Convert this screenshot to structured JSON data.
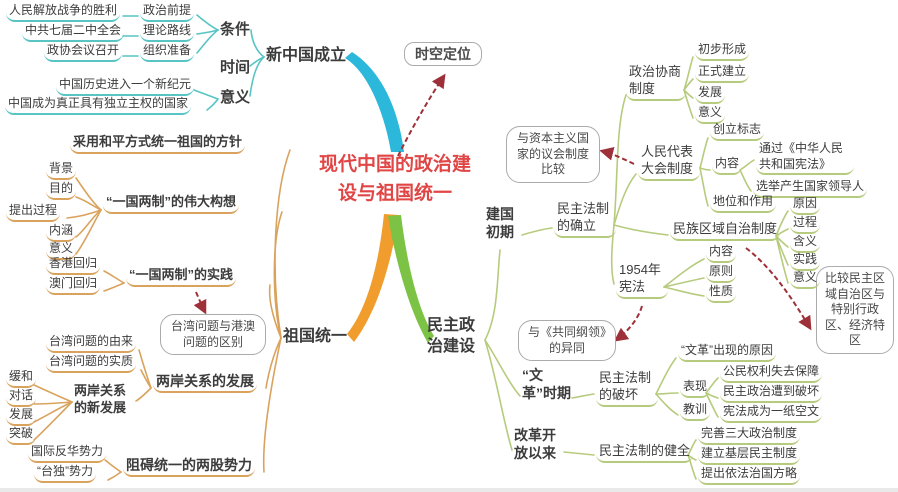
{
  "title": {
    "line1": "现代中国的政治建",
    "line2": "设与祖国统一",
    "color": "#e04646"
  },
  "colors": {
    "branch_teal": "#58c4c4",
    "branch_orange": "#d9a35e",
    "branch_green": "#b6cb7d",
    "ribbon_cyan": "#2cb8da",
    "ribbon_orange": "#f09d2e",
    "ribbon_green": "#7cc244",
    "arrow_red": "#9e3039",
    "cloud_border": "#ababab"
  },
  "clouds": {
    "shikong": "时空定位",
    "yihui": "与资本主义国家的议会制度比较",
    "taiwan": "台湾问题与港澳问题的区别",
    "gangling": "与《共同纲领》的异同",
    "bijiao": "比较民主区域自治区与特别行政区、经济特区"
  },
  "xinzhongguo": {
    "label": "新中国成立",
    "tiaojian": "条件",
    "shijian": "时间",
    "yiyi": "意义",
    "qianti": "政治前提",
    "luxian": "理论路线",
    "zhunbei": "组织准备",
    "jiefang": "人民解放战争的胜利",
    "qijie": "中共七届二中全会",
    "zhengxie": "政协会议召开",
    "jiyuan": "中国历史进入一个新纪元",
    "zhuquan": "中国成为真正具有独立主权的国家"
  },
  "zuguo": {
    "label": "祖国统一",
    "fangzhen": "采用和平方式统一祖国的方针",
    "gouxiang": "“一国两制”的伟大构想",
    "beijing": "背景",
    "mudi": "目的",
    "tichu": "提出过程",
    "neihan": "内涵",
    "yiyi": "意义",
    "shijian": "“一国两制”的实践",
    "xianggang": "香港回归",
    "aomen": "澳门回归",
    "liangan": "两岸关系的发展",
    "youlai": "台湾问题的由来",
    "shizhi": "台湾问题的实质",
    "xinfazhan": "两岸关系的新发展",
    "huanhe": "缓和",
    "duihua": "对话",
    "fazhan": "发展",
    "tupo": "突破",
    "zuai": "阻碍统一的两股势力",
    "fanhua": "国际反华势力",
    "taidu": "“台独”势力"
  },
  "minzhu": {
    "label": "民主政治建设",
    "jianguo": "建国初期",
    "queli": "民主法制的确立",
    "zhengxie": {
      "label": "政治协商制度",
      "chubu": "初步形成",
      "zhengshi": "正式建立",
      "fazhan": "发展",
      "yiyi": "意义"
    },
    "renda": {
      "label": "人民代表大会制度",
      "chuangli": "创立标志",
      "neirong": "内容",
      "tongguo": "通过《中华人民共和国宪法》",
      "xuanju": "选举产生国家领导人",
      "diwei": "地位和作用"
    },
    "minzu": {
      "label": "民族区域自治制度",
      "yuanyin": "原因",
      "guocheng": "过程",
      "hanyi": "含义",
      "shijian": "实践",
      "yiyi": "意义"
    },
    "xianfa": {
      "label": "1954年宪法",
      "neirong": "内容",
      "yuanze": "原则",
      "xingzhi": "性质"
    },
    "wenge": "“文革”时期",
    "pohuai": "民主法制的破坏",
    "wgyuanyin": "“文革”出现的原因",
    "biaoxian": "表现",
    "gongmin": "公民权利失去保障",
    "zaodao": "民主政治遭到破坏",
    "kongwen": "宪法成为一纸空文",
    "jiaoxun": "教训",
    "gaige": "改革开放以来",
    "jianquan": "民主法制的健全",
    "wanshan": "完善三大政治制度",
    "jiceng": "建立基层民主制度",
    "fanglue": "提出依法治国方略"
  }
}
